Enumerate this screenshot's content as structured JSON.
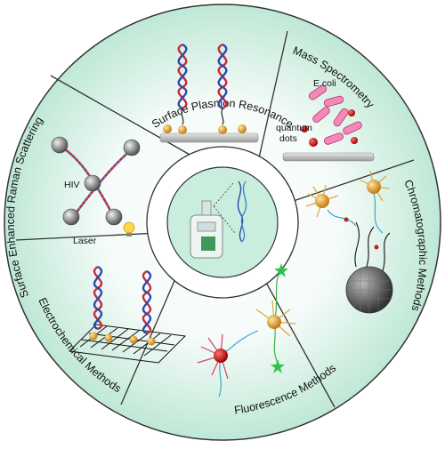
{
  "diagram": {
    "segments": [
      {
        "id": "spr",
        "label": "Surface Plasmon Resonance"
      },
      {
        "id": "ms",
        "label": "Mass Spectrometry"
      },
      {
        "id": "chrom",
        "label": "Chromatographic Methods"
      },
      {
        "id": "fluor",
        "label": "Fluorescence Methods"
      },
      {
        "id": "electro",
        "label": "Electrochemical Methods"
      },
      {
        "id": "sers",
        "label": "Surface Enhanced Raman Scattering"
      }
    ],
    "annotations": {
      "ecoli": "E.coli",
      "quantum": "quantum",
      "dots": "dots",
      "hiv": "HIV",
      "laser": "Laser"
    },
    "colors": {
      "ring": "#cfeee2",
      "ring_inner": "#e8f7f0",
      "divider": "#333333",
      "strand_red": "#c8283c",
      "strand_blue": "#2c4aa8",
      "gold": "#e0a030",
      "ecoli": "#e04a8c",
      "qdot": "#cc1a1a"
    }
  }
}
